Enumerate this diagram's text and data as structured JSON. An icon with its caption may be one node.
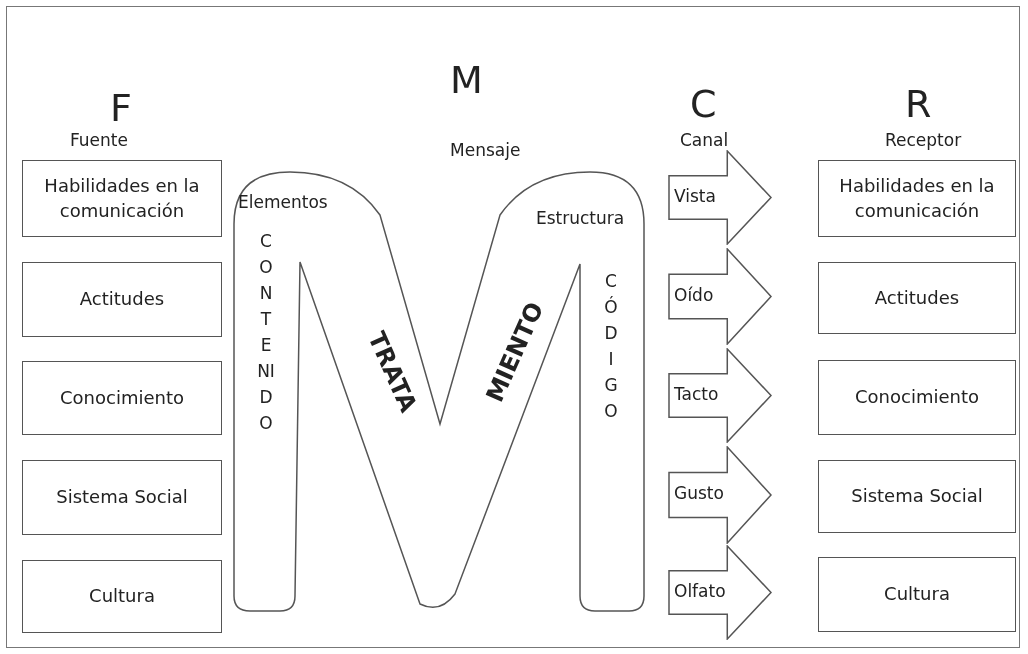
{
  "diagram": {
    "nodes": [
      {
        "text": [
          "Habilidades en la comunicación"
        ]
      },
      {
        "text": [
          "Actitudes"
        ]
      },
      {
        "text": [
          "Conocimiento"
        ]
      },
      {
        "text": [
          "Sistema Social"
        ]
      },
      {
        "text": [
          "Cultura"
        ]
      },
      {
        "text": [
          "Elementos",
          "Estructura",
          "CONTENIDO",
          "TRATA",
          "MIENTO",
          "CÓDIGO"
        ]
      },
      {
        "text": [
          "Vista"
        ]
      },
      {
        "text": [
          "Oído"
        ]
      },
      {
        "text": [
          "Tacto"
        ]
      },
      {
        "text": [
          "Gusto"
        ]
      },
      {
        "text": [
          "Olfato"
        ]
      },
      {
        "text": [
          "Habilidades en la comunicación"
        ]
      },
      {
        "text": [
          "Actitudes"
        ]
      },
      {
        "text": [
          "Conocimiento"
        ]
      },
      {
        "text": [
          "Sistema Social"
        ]
      },
      {
        "text": [
          "Cultura"
        ]
      }
    ],
    "edges": [],
    "labels": [
      "F",
      "M",
      "C",
      "R",
      "Fuente",
      "Mensaje",
      "Canal",
      "Receptor"
    ]
  }
}
